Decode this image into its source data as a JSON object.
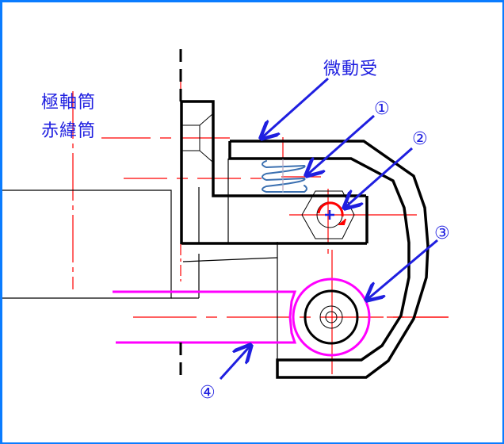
{
  "labels": {
    "polar_tube": "極軸筒",
    "declination_tube": "赤緯筒",
    "fine_motion_receiver": "微動受",
    "callout_1": "①",
    "callout_2": "②",
    "callout_3": "③",
    "callout_4": "④"
  },
  "colors": {
    "frame": "#0a7cff",
    "outline": "#000000",
    "centerline": "#ff0000",
    "highlight": "#ff00ff",
    "annotation": "#1f1fe0",
    "spring": "#3a6fb0"
  }
}
